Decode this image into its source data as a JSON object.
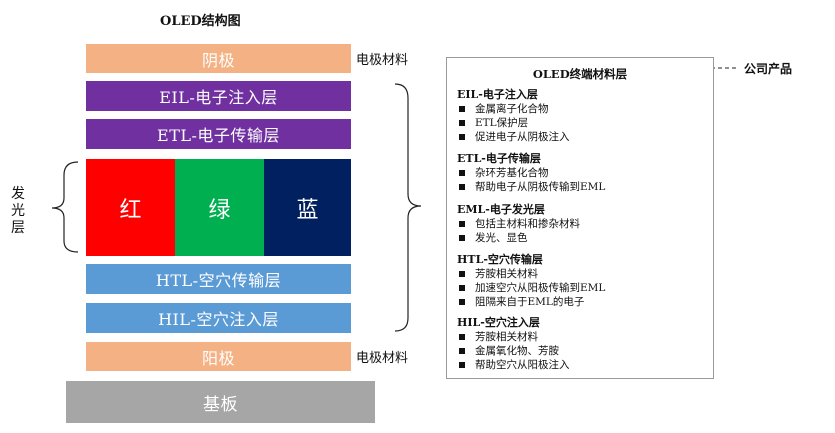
{
  "title": "OLED结构图",
  "layers": {
    "cathode": "阴极",
    "eil": "EIL-电子注入层",
    "etl": "ETL-电子传输层",
    "red": "红",
    "green": "绿",
    "blue": "蓝",
    "htl": "HTL-空穴传输层",
    "hil": "HIL-空穴注入层",
    "anode": "阳极",
    "substrate": "基板"
  },
  "electrode_label_top": "电极材料",
  "electrode_label_bottom": "电极材料",
  "emitting_layer_label": [
    "发",
    "光",
    "层"
  ],
  "panel": {
    "title": "OLED终端材料层",
    "sections": [
      {
        "heading": "EIL-电子注入层",
        "items": [
          "金属离子化合物",
          "ETL保护层",
          "促进电子从阴极注入"
        ]
      },
      {
        "heading": "ETL-电子传输层",
        "items": [
          "杂环芳基化合物",
          "帮助电子从阴极传输到EML"
        ]
      },
      {
        "heading": "EML-电子发光层",
        "items": [
          "包括主材料和掺杂材料",
          "发光、显色"
        ]
      },
      {
        "heading": "HTL-空穴传输层",
        "items": [
          "芳胺相关材料",
          "加速空穴从阳极传输到EML",
          "阻隔来自于EML的电子"
        ]
      },
      {
        "heading": "HIL-空穴注入层",
        "items": [
          "芳胺相关材料",
          "金属氧化物、芳胺",
          "帮助空穴从阳极注入"
        ]
      }
    ]
  },
  "company_label": "公司产品",
  "colors": {
    "electrode": "#f4b183",
    "purple": "#7030a0",
    "red": "#ff0000",
    "green": "#00b050",
    "navy": "#002060",
    "blue": "#5b9bd5",
    "substrate": "#a6a6a6"
  }
}
